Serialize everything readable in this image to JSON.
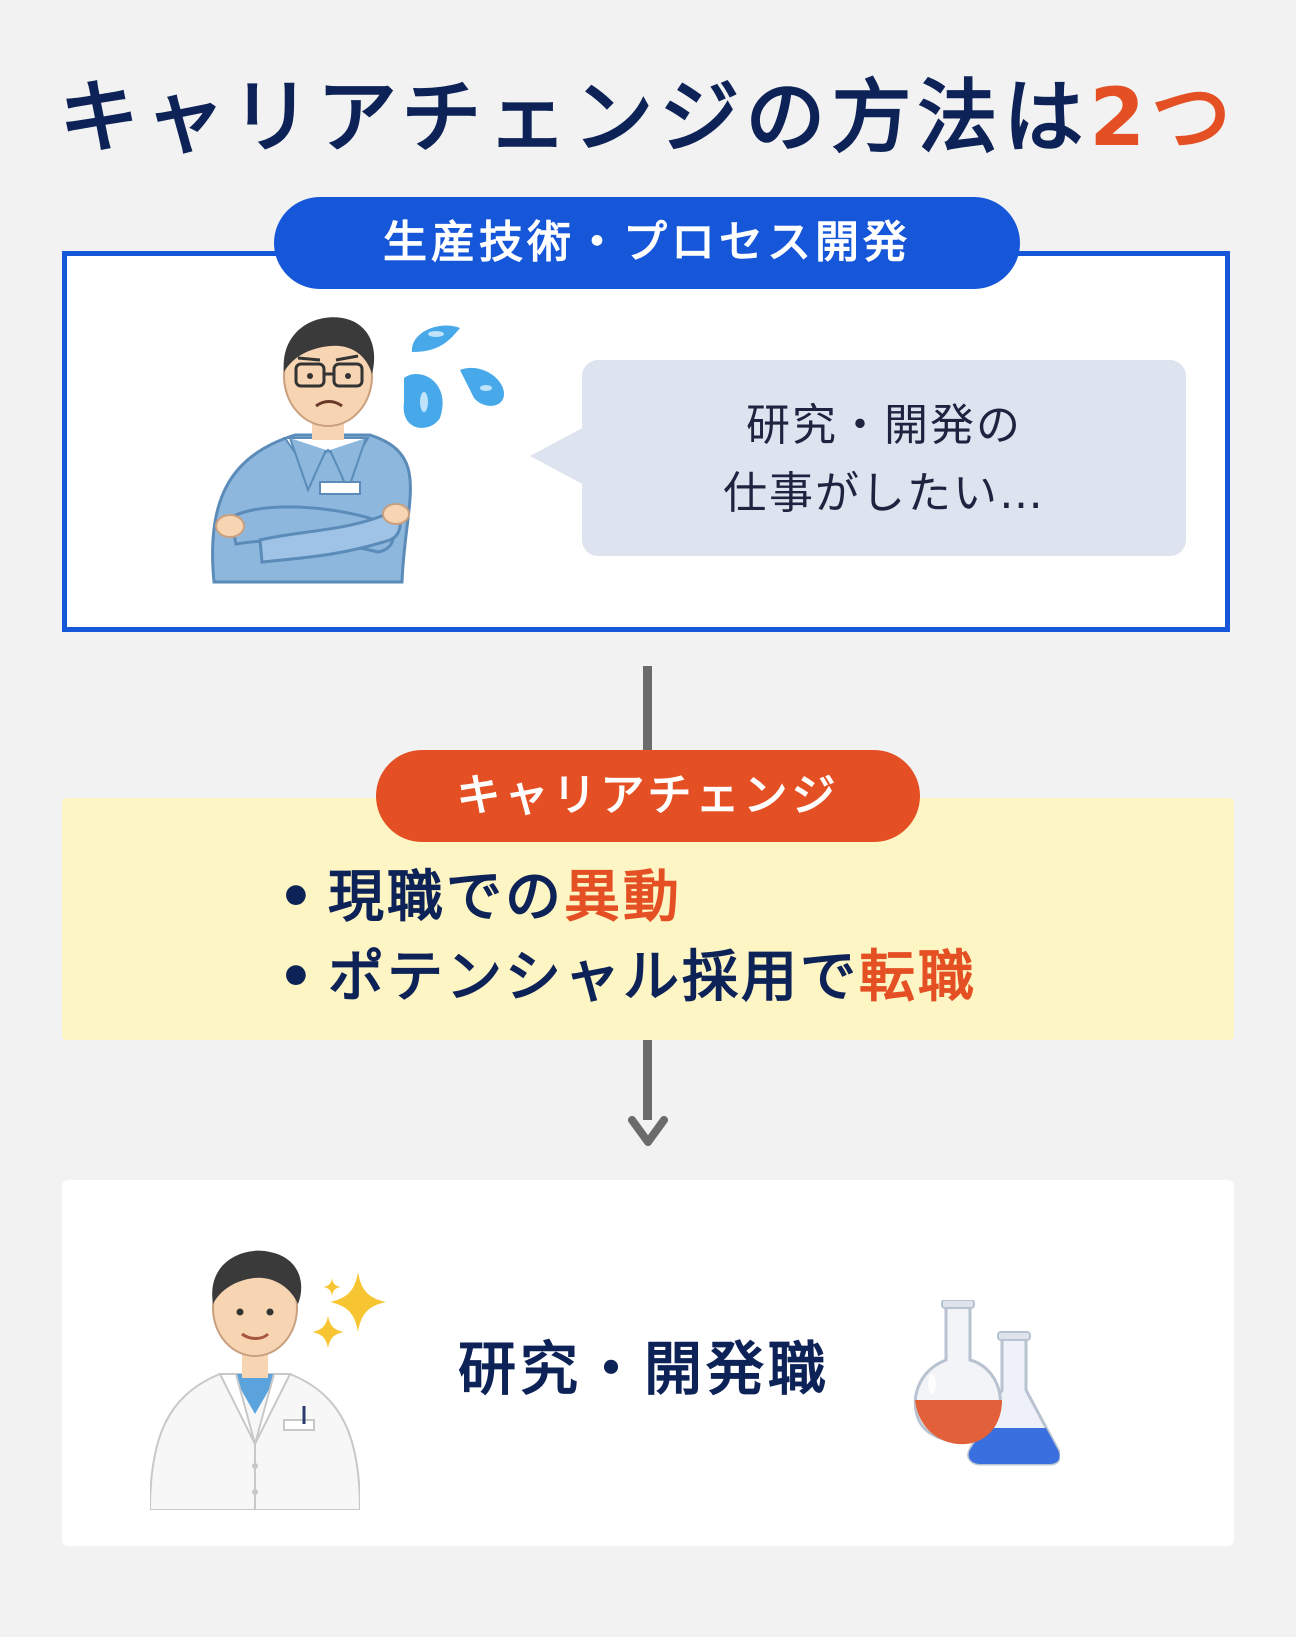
{
  "title": {
    "main": "キャリアチェンジの方法は",
    "accent": "2つ"
  },
  "current": {
    "label": "生産技術・プロセス開発",
    "bubble_line1": "研究・開発の",
    "bubble_line2": "仕事がしたい…"
  },
  "change": {
    "label": "キャリアチェンジ",
    "items": [
      {
        "bullet": "•",
        "text": "現職での",
        "highlight": "異動"
      },
      {
        "bullet": "•",
        "text": "ポテンシャル採用で",
        "highlight": "転職"
      }
    ]
  },
  "goal": {
    "label": "研究・開発職"
  },
  "colors": {
    "navy": "#0d2257",
    "blue": "#1656d9",
    "orange": "#e45023",
    "yellow_bg": "#fdf6c4",
    "bubble_bg": "#dde3ef"
  }
}
